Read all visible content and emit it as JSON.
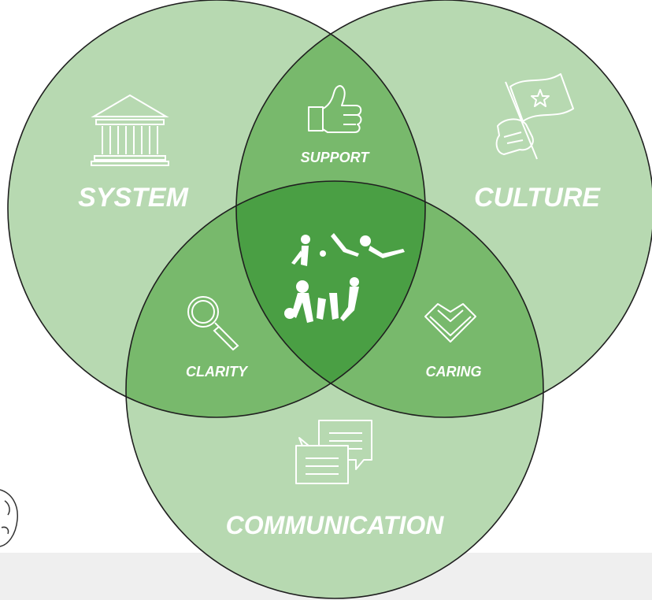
{
  "diagram": {
    "circles": [
      {
        "label": "SYSTEM",
        "icon": "bank-icon"
      },
      {
        "label": "CULTURE",
        "icon": "flag-icon"
      },
      {
        "label": "COMMUNICATION",
        "icon": "chat-bubbles-icon"
      }
    ],
    "intersections": {
      "system_culture": {
        "label": "SUPPORT",
        "icon": "thumbs-up-icon"
      },
      "system_communication": {
        "label": "CLARITY",
        "icon": "magnifier-icon"
      },
      "culture_communication": {
        "label": "CARING",
        "icon": "heart-icon"
      },
      "center": {
        "icon": "soccer-players-icon"
      }
    }
  },
  "colors": {
    "single": "#b7d9b1",
    "double": "#78b96c",
    "triple": "#4a9f44",
    "outline": "#1f1f1f",
    "label": "#ffffff",
    "band": "#efefef"
  }
}
